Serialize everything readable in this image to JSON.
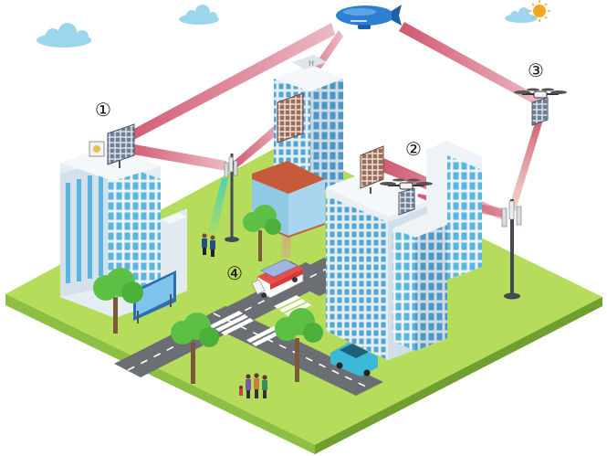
{
  "labels": {
    "marker_1": "①",
    "marker_2": "②",
    "marker_3": "③",
    "marker_4": "④"
  },
  "icons": {
    "sun": "sun-icon",
    "airship": "airship-icon",
    "drone": "drone-icon",
    "tower": "cell-tower-icon",
    "ris_panel": "ris-panel-icon",
    "ambulance": "ambulance-icon",
    "car": "car-icon",
    "tree": "tree-icon",
    "people": "pedestrians-icon"
  },
  "colors": {
    "ground": "#b6dc5c",
    "ground_side": "#7fb03b",
    "road": "#6b6e72",
    "beam": "#c83a55",
    "building": "#eef3f7",
    "window": "#58b6e0",
    "sky_cloud": "#9cd6ee"
  }
}
